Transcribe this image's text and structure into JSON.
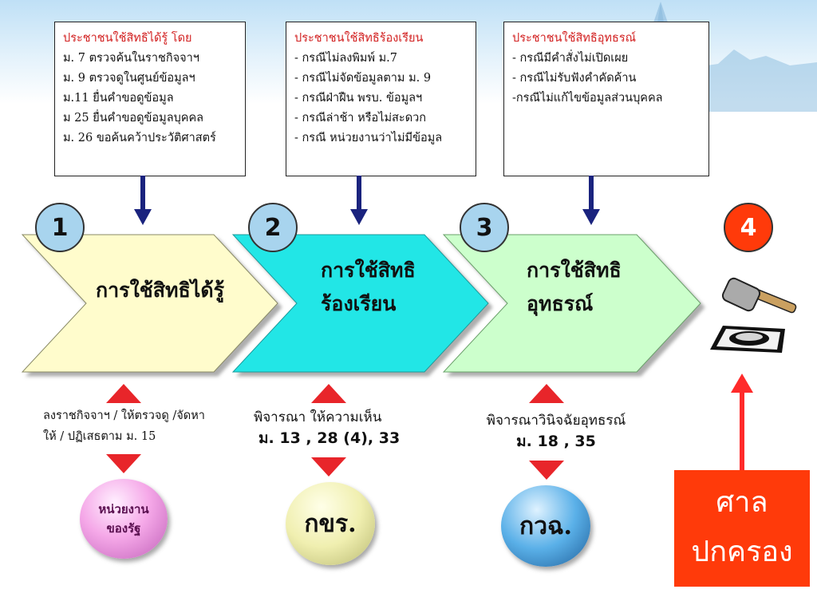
{
  "boxes": [
    {
      "head": "ประชาชนใช้สิทธิได้รู้ โดย",
      "lines": [
        "ม. 7 ตรวจค้นในราชกิจจาฯ",
        "ม. 9 ตรวจดูในศูนย์ข้อมูลฯ",
        "ม.11 ยื่นคำขอดูข้อมูล",
        "ม 25 ยื่นคำขอดูข้อมูลบุคคล",
        "ม. 26 ขอค้นคว้าประวัติศาสตร์"
      ]
    },
    {
      "head": "ประชาชนใช้สิทธิร้องเรียน",
      "lines": [
        "- กรณีไม่ลงพิมพ์ ม.7",
        "- กรณีไม่จัดข้อมูลตาม ม. 9",
        "- กรณีฝ่าฝืน พรบ. ข้อมูลฯ",
        "- กรณีล่าช้า หรือไม่สะดวก",
        "- กรณี หน่วยงานว่าไม่มีข้อมูล"
      ]
    },
    {
      "head": "ประชาชนใช้สิทธิอุทธรณ์",
      "lines": [
        "- กรณีมีคำสั่งไม่เปิดเผย",
        "- กรณีไม่รับฟังคำคัดค้าน",
        "-กรณีไม่แก้ไขข้อมูลส่วนบุคคล"
      ]
    }
  ],
  "steps": [
    {
      "num": "1",
      "l1": "การใช้สิทธิได้รู้",
      "l2": ""
    },
    {
      "num": "2",
      "l1": "การใช้สิทธิ",
      "l2": "ร้องเรียน"
    },
    {
      "num": "3",
      "l1": "การใช้สิทธิ",
      "l2": "อุทธรณ์"
    },
    {
      "num": "4"
    }
  ],
  "notes": [
    {
      "l1": "ลงราชกิจจาฯ / ให้ตรวจดู /จัดหา",
      "l2": "ให้ / ปฏิเสธตาม ม. 15"
    },
    {
      "l1": "พิจารณา ให้ความเห็น",
      "l2": "ม. 13 , 28 (4), 33"
    },
    {
      "l1": "พิจารณาวินิจฉัยอุทธรณ์",
      "l2": "ม. 18 , 35"
    }
  ],
  "orbs": [
    {
      "l1": "หน่วยงาน",
      "l2": "ของรัฐ"
    },
    {
      "l1": "กขร."
    },
    {
      "l1": "กวฉ."
    }
  ],
  "court": {
    "l1": "ศาล",
    "l2": "ปกครอง"
  },
  "colors": {
    "chev1": "#fffccc",
    "chev2": "#22e6e6",
    "chev3": "#ccffcc",
    "num_fill": "#a8d4ee",
    "num4_fill": "#ff3a0a",
    "red": "#e8252a",
    "navy": "#1a237e",
    "court": "#ff3a0a"
  }
}
